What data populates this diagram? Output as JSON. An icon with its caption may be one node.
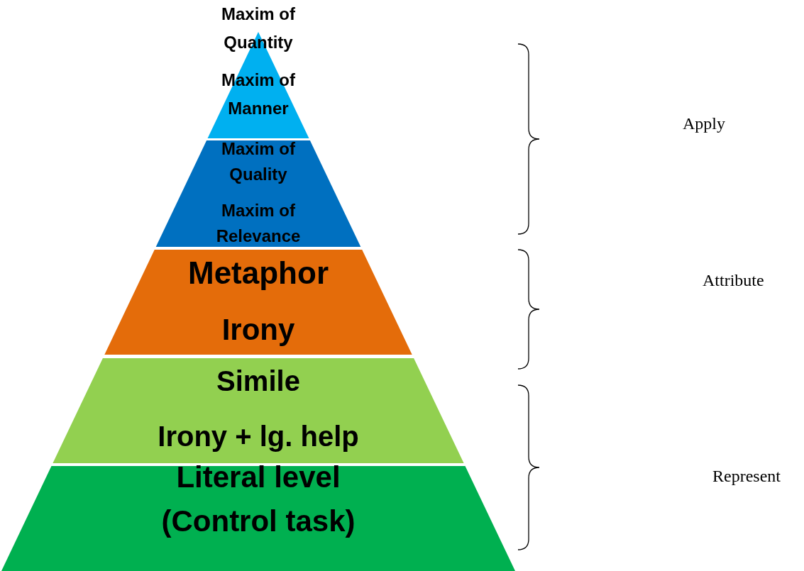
{
  "diagram": {
    "nodes": [
      {
        "text": [
          "Maxim of Quantity",
          "Maxim of Manner"
        ]
      },
      {
        "text": [
          "Maxim of Quality",
          "Maxim of Relevance"
        ]
      },
      {
        "text": [
          "Metaphor",
          "Irony"
        ]
      },
      {
        "text": [
          "Simile",
          "Irony + lg. help"
        ]
      },
      {
        "text": [
          "Literal level (Control task)"
        ]
      }
    ],
    "labels": [
      "Apply",
      "Attribute",
      "Represent"
    ]
  }
}
